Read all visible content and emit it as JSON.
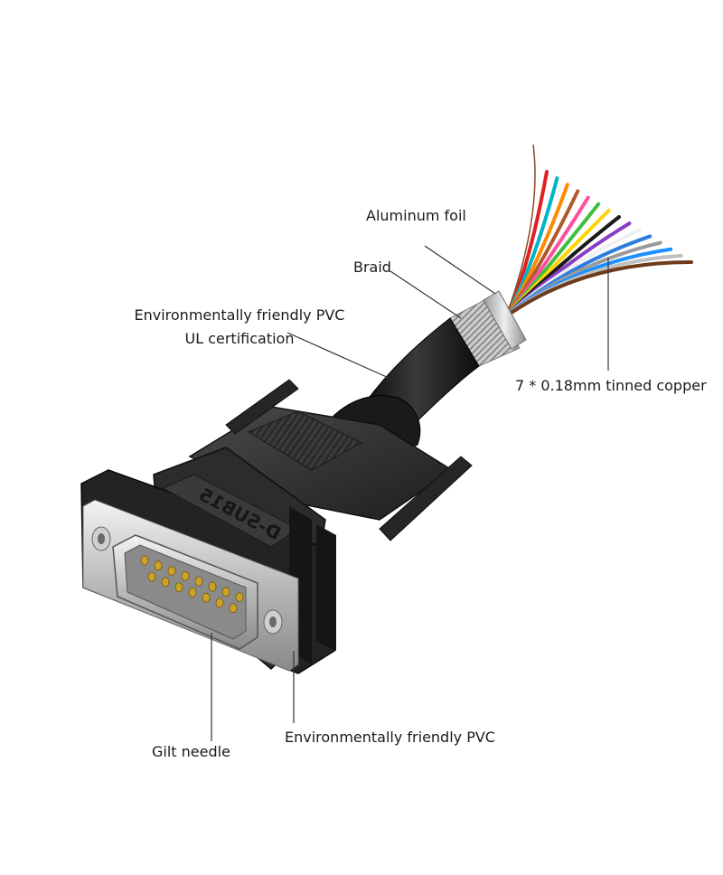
{
  "callouts": {
    "aluminum_foil": "Aluminum foil",
    "braid": "Braid",
    "pvc_ul_line1": "Environmentally friendly PVC",
    "pvc_ul_line2": "UL certification",
    "tinned_copper": "7 * 0.18mm tinned copper",
    "gilt_needle": "Gilt needle",
    "pvc_bottom": "Environmentally friendly PVC"
  },
  "connector_marking": "D-SUB15",
  "colors": {
    "connector_body": "#2b2b2b",
    "cable_jacket": "#1c1c1c",
    "leader_line": "#333333",
    "pins": "#c9a227",
    "wires": [
      "#e02020",
      "#00b3c8",
      "#ff8a00",
      "#b05a2a",
      "#ff4fa0",
      "#3fbf3f",
      "#ffd400",
      "#1a1a1a",
      "#8a3fc0",
      "#f0f0f0",
      "#2d7de0",
      "#9a9a9a",
      "#1e90ff",
      "#c0c0c0",
      "#6e3b1a"
    ]
  }
}
